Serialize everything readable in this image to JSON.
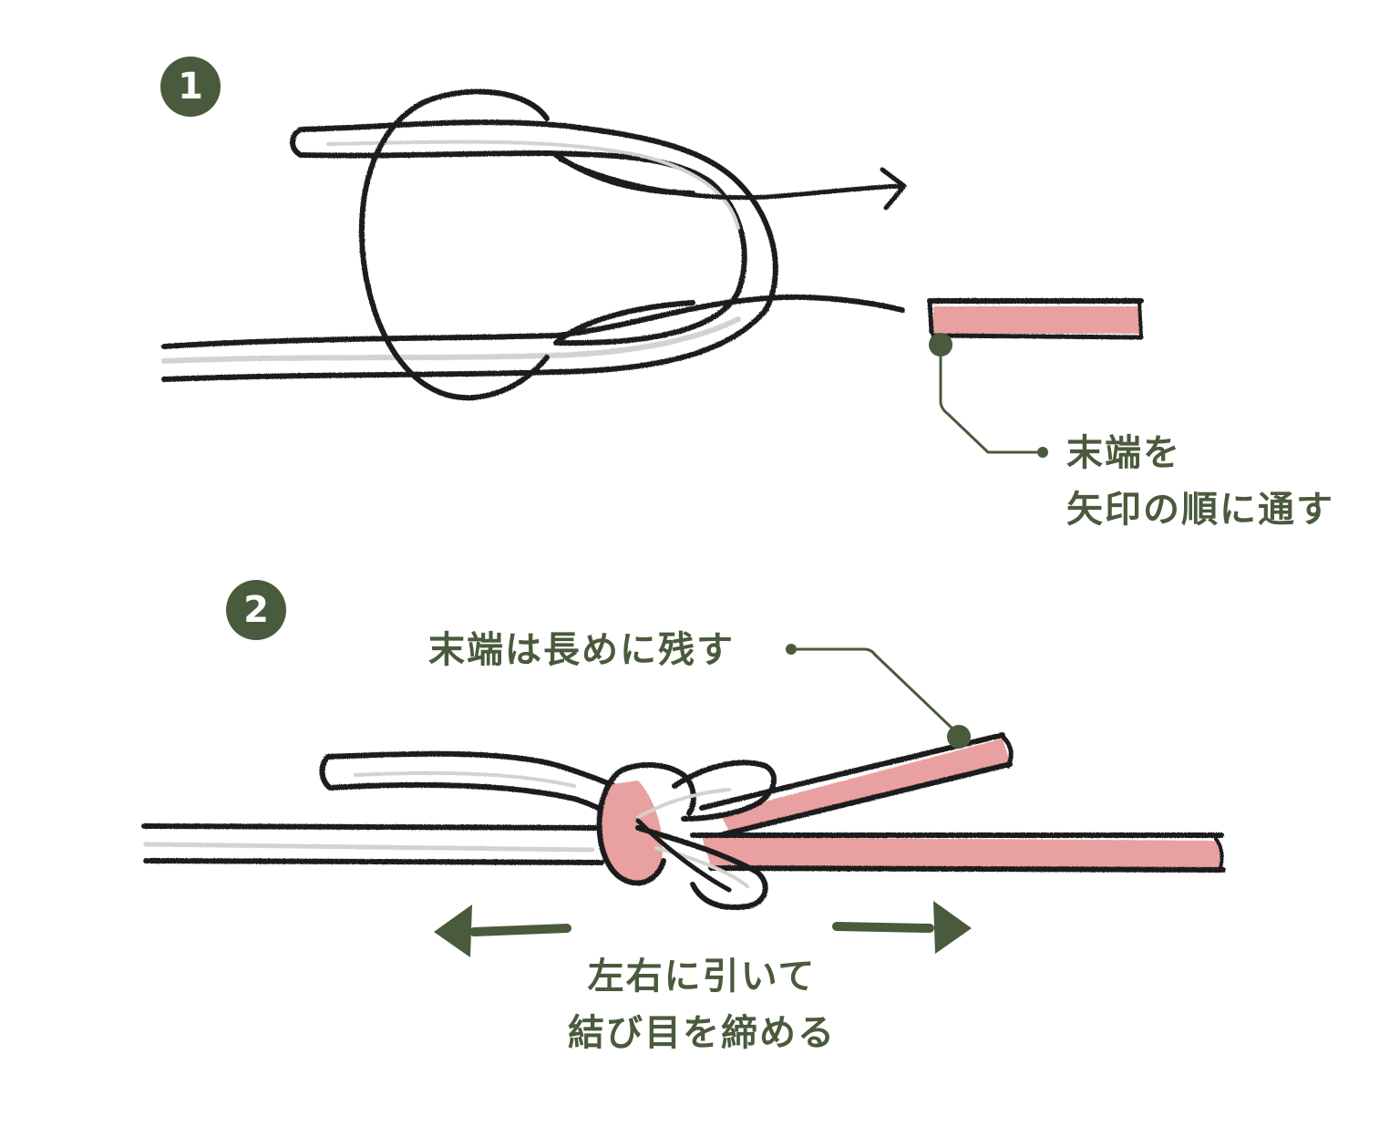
{
  "colors": {
    "accent_green": "#4a5a3c",
    "ink": "#1e1e1e",
    "rope_fill": "#ffffff",
    "rope_shade": "#d4d2cc",
    "end_pink": "#e8a1a0"
  },
  "step1": {
    "number": "1",
    "label_line1": "末端を",
    "label_line2": "矢印の順に通す"
  },
  "step2": {
    "number": "2",
    "end_label": "末端は長めに残す",
    "pull_label_line1": "左右に引いて",
    "pull_label_line2": "結び目を締める"
  },
  "icons": {
    "step1_arrow": "arrow-right-icon",
    "pull_left": "arrow-left-icon",
    "pull_right": "arrow-right-icon"
  }
}
